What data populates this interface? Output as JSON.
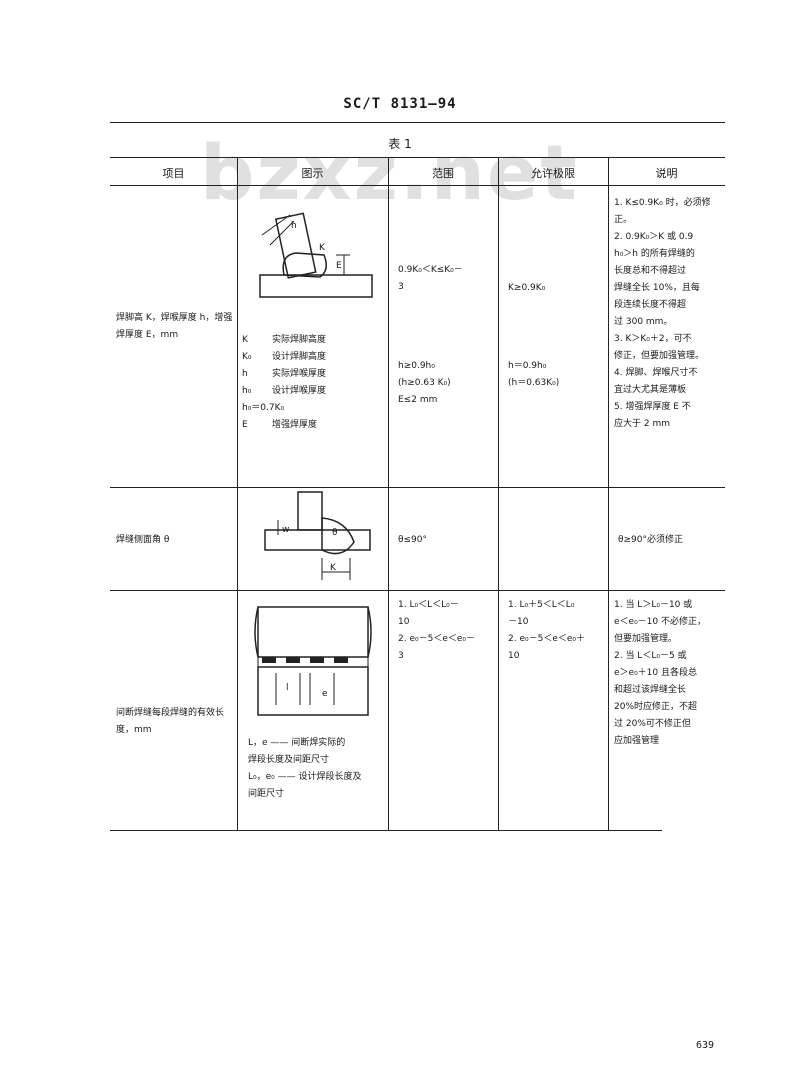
{
  "header": {
    "code": "SC/T 8131—94",
    "table_title": "表 1",
    "watermark": "bzxz.net"
  },
  "columns": [
    "项目",
    "图示",
    "范围",
    "允许极限",
    "说明"
  ],
  "row1": {
    "item": "焊脚高 K，焊喉厚度 h，增强焊厚度 E，mm",
    "diagram_labels": {
      "h": "h",
      "k": "K",
      "e": "E"
    },
    "legend": [
      {
        "sym": "K",
        "text": "实际焊脚高度"
      },
      {
        "sym": "K₀",
        "text": "设计焊脚高度"
      },
      {
        "sym": "h",
        "text": "实际焊喉厚度"
      },
      {
        "sym": "h₀",
        "text": "设计焊喉厚度"
      },
      {
        "sym": "h₀＝0.7K₀",
        "text": ""
      },
      {
        "sym": "E",
        "text": "增强焊厚度"
      }
    ],
    "range": [
      "0.9K₀＜K≤K₀－",
      "3",
      "h≥0.9h₀",
      "(h≥0.63 K₀)",
      "E≤2 mm"
    ],
    "limit": [
      "K≥0.9K₀",
      "h＝0.9h₀",
      "(h＝0.63K₀)"
    ],
    "notes": [
      "1. K≤0.9K₀ 时，必须修正。",
      "2. 0.9K₀＞K 或 0.9",
      "h₀＞h 的所有焊缝的",
      "长度总和不得超过",
      "焊缝全长 10%，且每",
      "段连续长度不得超",
      "过 300 mm。",
      "3. K＞K₀＋2，可不",
      "修正，但要加强管理。",
      "4. 焊脚、焊喉尺寸不",
      "宜过大尤其是薄板",
      "5. 增强焊厚度 E 不",
      "应大于 2 mm"
    ]
  },
  "row2": {
    "item": "焊缝侧面角 θ",
    "diagram_labels": {
      "theta": "θ",
      "k": "K",
      "w": "w"
    },
    "range": "θ≤90°",
    "limit": "",
    "notes": "θ≥90°必须修正"
  },
  "row3": {
    "item": "间断焊缝每段焊缝的有效长度，mm",
    "diagram_labels": {
      "l": "l",
      "e": "e"
    },
    "legend": [
      "L，e —— 间断焊实际的",
      "焊段长度及间距尺寸",
      "L₀，e₀ —— 设计焊段长度及",
      "间距尺寸"
    ],
    "range": [
      "1. L₀＜L＜L₀－",
      "10",
      "2. e₀－5＜e＜e₀－",
      "3"
    ],
    "limit": [
      "1. L₀＋5＜L＜L₀",
      "－10",
      "2. e₀－5＜e＜e₀＋",
      "10"
    ],
    "notes": [
      "1. 当 L＞L₀－10 或",
      "e＜e₀－10 不必修正，",
      "但要加强管理。",
      "2. 当 L＜L₀－5 或",
      "e＞e₀＋10 且各段总",
      "和超过该焊缝全长",
      "20%时应修正，不超",
      "过 20%可不修正但",
      "应加强管理"
    ]
  },
  "page_number": "639"
}
